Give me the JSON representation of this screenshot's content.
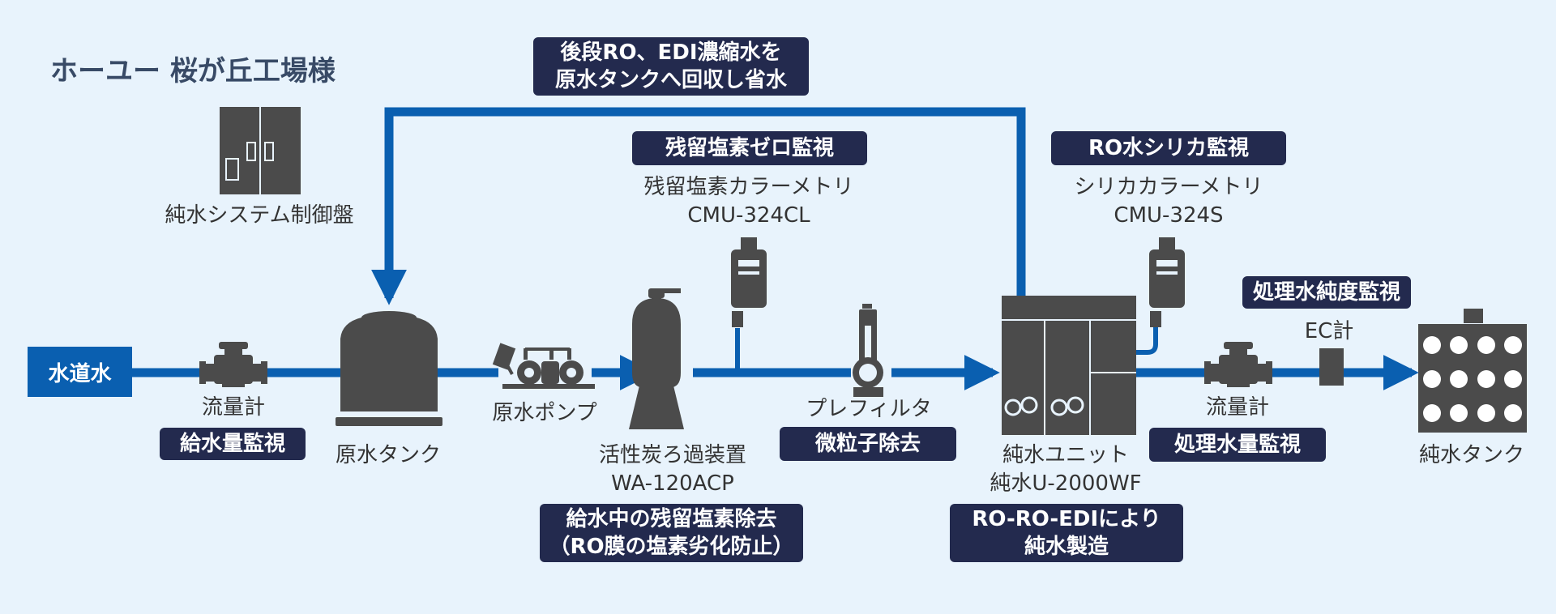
{
  "title": "ホーユー 桜が丘工場様",
  "source_label": "水道水",
  "colors": {
    "background": "#e8f3fc",
    "pipe": "#0a5fb0",
    "equipment": "#4b4b4b",
    "badge": "#232a4e",
    "source_box": "#0a5fb0"
  },
  "icons": [
    "control-panel-icon",
    "flow-meter-icon",
    "raw-water-tank-icon",
    "pump-icon",
    "carbon-filter-icon",
    "chlorine-colorimeter-icon",
    "prefilter-icon",
    "pure-water-unit-icon",
    "silica-colorimeter-icon",
    "ec-meter-icon",
    "pure-water-tank-icon"
  ],
  "control_panel": {
    "label": "純水システム制御盤"
  },
  "flow_meter_1": {
    "label": "流量計",
    "badge": "給水量監視"
  },
  "raw_tank": {
    "label": "原水タンク"
  },
  "pump": {
    "label": "原水ポンプ"
  },
  "carbon_filter": {
    "label_1": "活性炭ろ過装置",
    "label_2": "WA-120ACP",
    "badge_1": "給水中の残留塩素除去",
    "badge_2": "（RO膜の塩素劣化防止）"
  },
  "chlorine_meter": {
    "badge": "残留塩素ゼロ監視",
    "label_1": "残留塩素カラーメトリ",
    "label_2": "CMU-324CL"
  },
  "prefilter": {
    "label": "プレフィルタ",
    "badge": "微粒子除去"
  },
  "recycle": {
    "badge_1": "後段RO、EDI濃縮水を",
    "badge_2": "原水タンクへ回収し省水"
  },
  "pure_unit": {
    "label_1": "純水ユニット",
    "label_2": "純水U-2000WF",
    "badge_1": "RO-RO-EDIにより",
    "badge_2": "純水製造"
  },
  "silica_meter": {
    "badge": "RO水シリカ監視",
    "label_1": "シリカカラーメトリ",
    "label_2": "CMU-324S"
  },
  "flow_meter_2": {
    "label": "流量計",
    "badge": "処理水量監視"
  },
  "ec_meter": {
    "label": "EC計",
    "badge": "処理水純度監視"
  },
  "pure_tank": {
    "label": "純水タンク"
  }
}
